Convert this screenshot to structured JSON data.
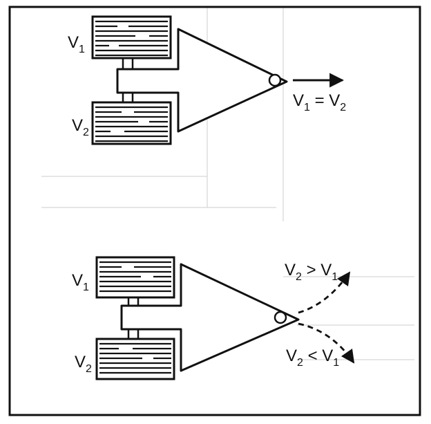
{
  "top": {
    "motor_upper_label": {
      "main": "V",
      "sub": "1"
    },
    "motor_lower_label": {
      "main": "V",
      "sub": "2"
    },
    "result_label": {
      "a": "V",
      "a_sub": "1",
      "op": " = ",
      "b": "V",
      "b_sub": "2"
    }
  },
  "bottom": {
    "motor_upper_label": {
      "main": "V",
      "sub": "1"
    },
    "motor_lower_label": {
      "main": "V",
      "sub": "2"
    },
    "result_up_label": {
      "a": "V",
      "a_sub": "2",
      "op": " > ",
      "b": "V",
      "b_sub": "1"
    },
    "result_down_label": {
      "a": "V",
      "a_sub": "2",
      "op": " < ",
      "b": "V",
      "b_sub": "1"
    }
  },
  "colors": {
    "ink": "#111111",
    "paper": "#ffffff",
    "ghost": "#cfcfcf"
  }
}
